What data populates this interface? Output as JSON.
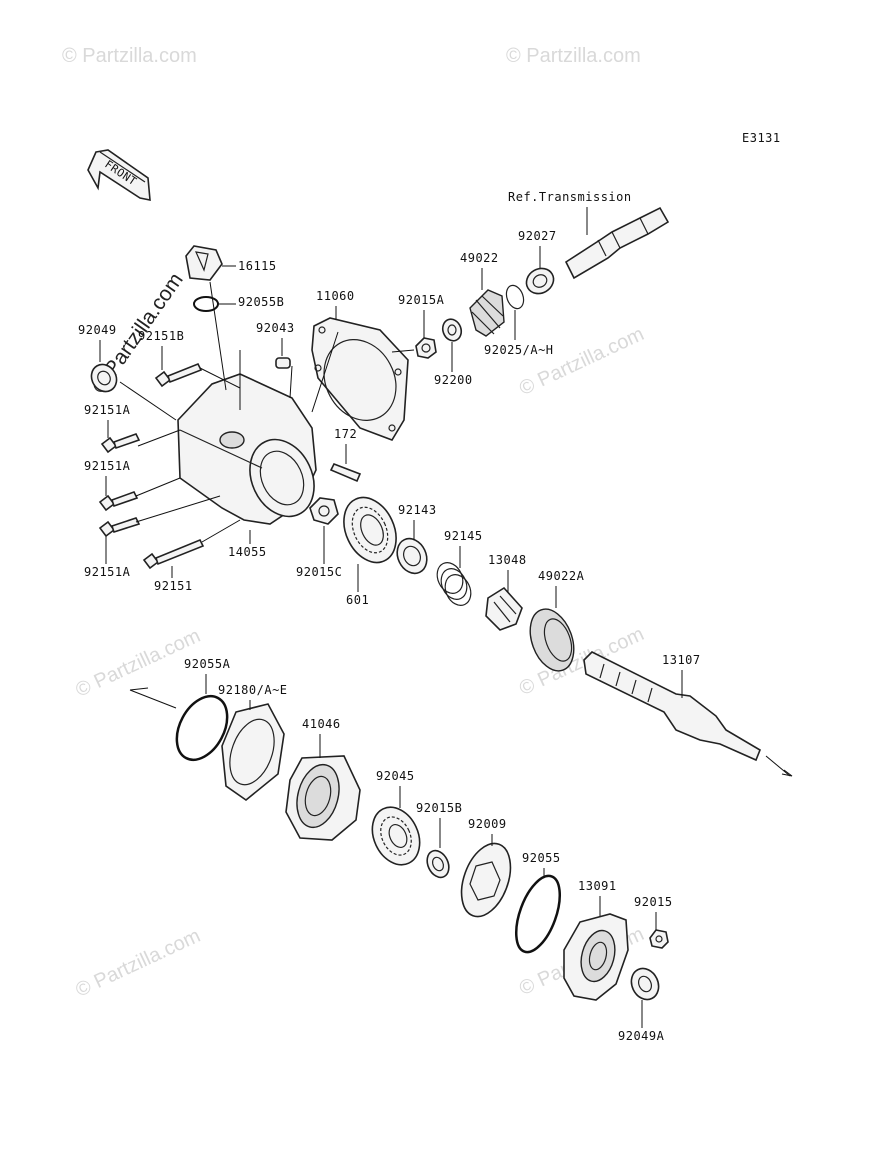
{
  "diagram_code": "E3131",
  "front_label": "FRONT",
  "ref_label": "Ref.Transmission",
  "watermark": "© Partzilla.com",
  "parts": {
    "p16115": "16115",
    "p92055B": "92055B",
    "p92049": "92049",
    "p92151B": "92151B",
    "p92043": "92043",
    "p11060": "11060",
    "p92015A": "92015A",
    "p49022": "49022",
    "p92027": "92027",
    "p92025": "92025/A~H",
    "p92200": "92200",
    "p92151A_1": "92151A",
    "p92151A_2": "92151A",
    "p92151A_3": "92151A",
    "p92151": "92151",
    "p172": "172",
    "p14055": "14055",
    "p92015C": "92015C",
    "p601": "601",
    "p92143": "92143",
    "p92145": "92145",
    "p13048": "13048",
    "p49022A": "49022A",
    "p13107": "13107",
    "p92055A": "92055A",
    "p92180": "92180/A~E",
    "p41046": "41046",
    "p92045": "92045",
    "p92015B": "92015B",
    "p92009": "92009",
    "p92055": "92055",
    "p13091": "13091",
    "p92015": "92015",
    "p92049A": "92049A"
  }
}
